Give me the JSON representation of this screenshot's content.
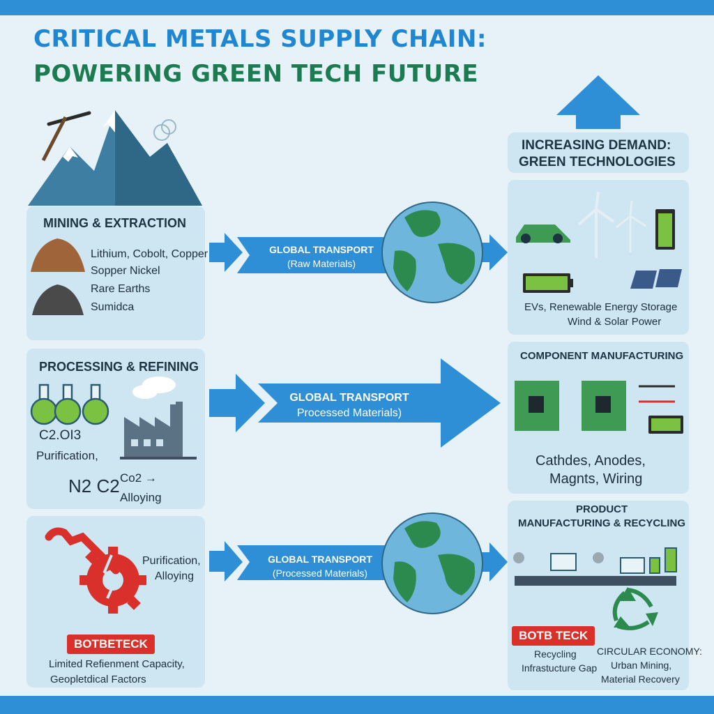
{
  "title": {
    "line1": "CRITICAL METALS SUPPLY CHAIN:",
    "line2": "POWERING GREEN TECH FUTURE"
  },
  "mining": {
    "title": "MINING & EXTRACTION",
    "line1": "Lithium, Cobolt, Copper",
    "line2": "Sopper     Nickel",
    "line3": "Rare Earths",
    "line4": "Sumidca"
  },
  "processing": {
    "title": "PROCESSING & REFINING",
    "formula": "C2.OI3",
    "purification": "Purification,",
    "n2c2": "N2 C2",
    "co2": "Co2 →",
    "alloying": "Alloying"
  },
  "bottleneck": {
    "purification": "Purification,",
    "alloying": "Alloying",
    "badge": "BOTBETECK",
    "line1": "Limited Refienment Capacity,",
    "line2": "Geopletdical Factors"
  },
  "transport": {
    "t1_title": "GLOBAL TRANSPORT",
    "t1_sub": "(Raw Materials)",
    "t2_title": "GLOBAL TRANSPORT",
    "t2_sub": "Processed Materials)",
    "t3_title": "GLOBAL TRANSPORT",
    "t3_sub": "(Processed Materials)"
  },
  "demand": {
    "title_line1": "INCREASING DEMAND:",
    "title_line2": "GREEN TECHNOLOGIES",
    "caption1": "EVs, Renewable Energy Storage",
    "caption2": "Wind & Solar Power"
  },
  "component": {
    "title": "COMPONENT MANUFACTURING",
    "line1": "Cathdes, Anodes,",
    "line2": "Magnts, Wiring"
  },
  "product": {
    "title1": "PRODUCT",
    "title2": "MANUFACTURING & RECYCLING",
    "badge": "BOTB TECK",
    "recycle1": "Recycling",
    "recycle2": "Infrastucture Gap",
    "circ1": "CIRCULAR ECONOMY:",
    "circ2": "Urban Mining,",
    "circ3": "Material Recovery"
  },
  "colors": {
    "accent_blue": "#2e8fd6",
    "brand_green": "#1d7b52",
    "panel": "#cde6f2",
    "warning_red": "#d9302b"
  }
}
